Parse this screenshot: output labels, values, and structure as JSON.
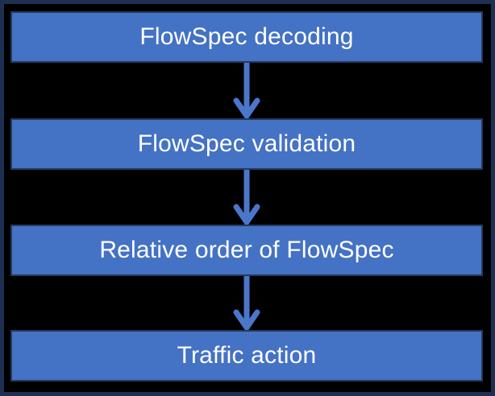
{
  "colors": {
    "background": "#000000",
    "frame_border": "#1e3052",
    "box_fill": "#4472c4",
    "box_border": "#24395e",
    "arrow": "#4a77c9",
    "text": "#ffffff"
  },
  "flowchart": {
    "type": "vertical-process-flow",
    "nodes": [
      {
        "id": "decoding",
        "label": "FlowSpec decoding"
      },
      {
        "id": "validation",
        "label": "FlowSpec validation"
      },
      {
        "id": "ordering",
        "label": "Relative order of FlowSpec"
      },
      {
        "id": "action",
        "label": "Traffic action"
      }
    ],
    "connections": [
      {
        "from": "decoding",
        "to": "validation",
        "style": "arrow-down"
      },
      {
        "from": "validation",
        "to": "ordering",
        "style": "arrow-down"
      },
      {
        "from": "ordering",
        "to": "action",
        "style": "arrow-down"
      }
    ]
  }
}
